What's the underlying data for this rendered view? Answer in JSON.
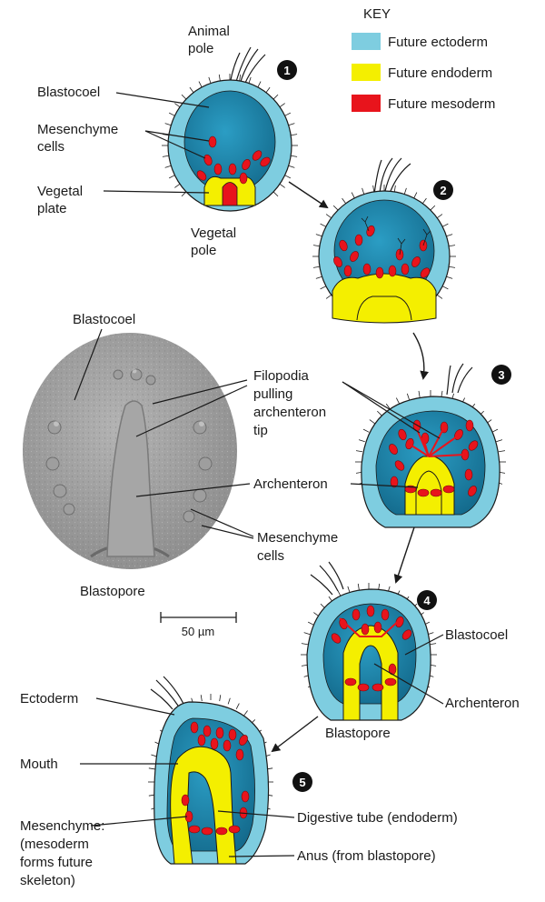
{
  "key": {
    "title": "KEY",
    "items": [
      {
        "label": "Future ectoderm",
        "color": "#7ecde0"
      },
      {
        "label": "Future endoderm",
        "color": "#f4ef00"
      },
      {
        "label": "Future mesoderm",
        "color": "#e8141c"
      }
    ]
  },
  "colors": {
    "ectoderm": "#7ecde0",
    "blastocoel": "#1e8db3",
    "endoderm": "#f4ef00",
    "mesoderm": "#e8141c",
    "micrograph": "#9a9a9a"
  },
  "steps": [
    "1",
    "2",
    "3",
    "4",
    "5"
  ],
  "stage1": {
    "animal_pole": [
      "Animal",
      "pole"
    ],
    "blastocoel": "Blastocoel",
    "mesenchyme": [
      "Mesenchyme",
      "cells"
    ],
    "vegetal_plate": [
      "Vegetal",
      "plate"
    ],
    "vegetal_pole": [
      "Vegetal",
      "pole"
    ]
  },
  "micrograph": {
    "blastocoel": "Blastocoel",
    "filopodia": [
      "Filopodia",
      "pulling",
      "archenteron",
      "tip"
    ],
    "archenteron": "Archenteron",
    "mesenchyme": [
      "Mesenchyme",
      "cells"
    ],
    "blastopore": "Blastopore",
    "scale": "50 µm"
  },
  "stage4": {
    "blastocoel": "Blastocoel",
    "archenteron": "Archenteron",
    "blastopore": "Blastopore"
  },
  "stage5": {
    "ectoderm": "Ectoderm",
    "mouth": "Mouth",
    "mesenchyme": [
      "Mesenchyme:",
      "(mesoderm",
      "forms future",
      "skeleton)"
    ],
    "digestive": "Digestive tube (endoderm)",
    "anus": "Anus (from blastopore)"
  }
}
